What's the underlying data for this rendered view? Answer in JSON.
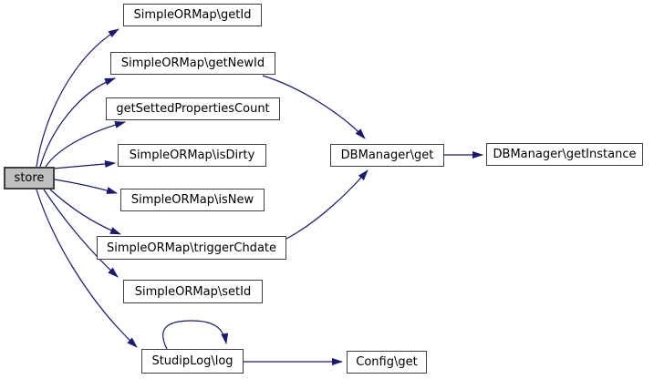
{
  "diagram": {
    "type": "call-graph",
    "colors": {
      "background": "#ffffff",
      "edge": "#191970",
      "node_border": "#404040",
      "node_fill": "#ffffff",
      "node_text": "#000000",
      "selected_node_fill": "#bfbfbf"
    },
    "nodes": {
      "store": {
        "label": "store",
        "selected": true
      },
      "getId": {
        "label": "SimpleORMap\\getId"
      },
      "getNewId": {
        "label": "SimpleORMap\\getNewId"
      },
      "getSettedPropertiesCount": {
        "label": "getSettedPropertiesCount"
      },
      "isDirty": {
        "label": "SimpleORMap\\isDirty"
      },
      "isNew": {
        "label": "SimpleORMap\\isNew"
      },
      "triggerChdate": {
        "label": "SimpleORMap\\triggerChdate"
      },
      "setId": {
        "label": "SimpleORMap\\setId"
      },
      "log": {
        "label": "StudipLog\\log"
      },
      "dbGet": {
        "label": "DBManager\\get"
      },
      "dbGetInstance": {
        "label": "DBManager\\getInstance"
      },
      "configGet": {
        "label": "Config\\get"
      }
    },
    "edges": [
      {
        "from": "store",
        "to": "SimpleORMap\\getId"
      },
      {
        "from": "store",
        "to": "SimpleORMap\\getNewId"
      },
      {
        "from": "store",
        "to": "getSettedPropertiesCount"
      },
      {
        "from": "store",
        "to": "SimpleORMap\\isDirty"
      },
      {
        "from": "store",
        "to": "SimpleORMap\\isNew"
      },
      {
        "from": "store",
        "to": "SimpleORMap\\triggerChdate"
      },
      {
        "from": "store",
        "to": "SimpleORMap\\setId"
      },
      {
        "from": "store",
        "to": "StudipLog\\log"
      },
      {
        "from": "SimpleORMap\\getNewId",
        "to": "DBManager\\get"
      },
      {
        "from": "SimpleORMap\\triggerChdate",
        "to": "DBManager\\get"
      },
      {
        "from": "DBManager\\get",
        "to": "DBManager\\getInstance"
      },
      {
        "from": "StudipLog\\log",
        "to": "StudipLog\\log"
      },
      {
        "from": "StudipLog\\log",
        "to": "Config\\get"
      }
    ]
  }
}
